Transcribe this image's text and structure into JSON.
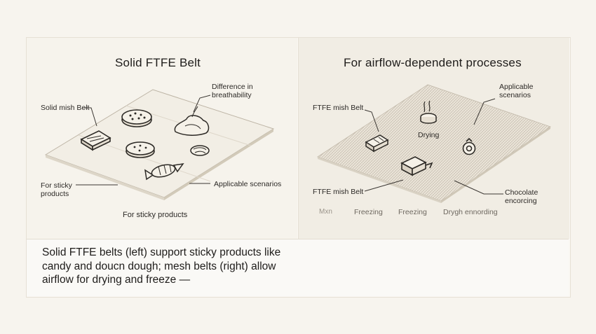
{
  "left": {
    "title": "Solid FTFE Belt",
    "labels": {
      "solid_mish_belt": "Solid mish Belt",
      "difference": "Difference in breathability",
      "for_sticky_side": "For sticky products",
      "applicable": "Applicable scenarios",
      "for_sticky_bottom": "For sticky products"
    }
  },
  "right": {
    "title": "For airflow-dependent processes",
    "labels": {
      "ftfe_mish_top": "FTFE mish Belt",
      "applicable": "Applicable scenarios",
      "drying": "Drying",
      "ftfe_mish_bottom": "FTFE mish Belt",
      "chocolate": "Chocolate encorcing"
    },
    "bottom_row": [
      "Mxn",
      "Freezing",
      "Freezing",
      "Drygh ennording"
    ]
  },
  "caption": "Solid FTFE belts (left) support sticky products like candy and doucn dough; mesh belts (right) allow airflow for drying and freeze —",
  "colors": {
    "ink": "#2a2724",
    "belt_left": "#f3efe6",
    "belt_right": "#e9e3d8",
    "panel_left": "#f6f3ec",
    "panel_right": "#f1ede4"
  }
}
